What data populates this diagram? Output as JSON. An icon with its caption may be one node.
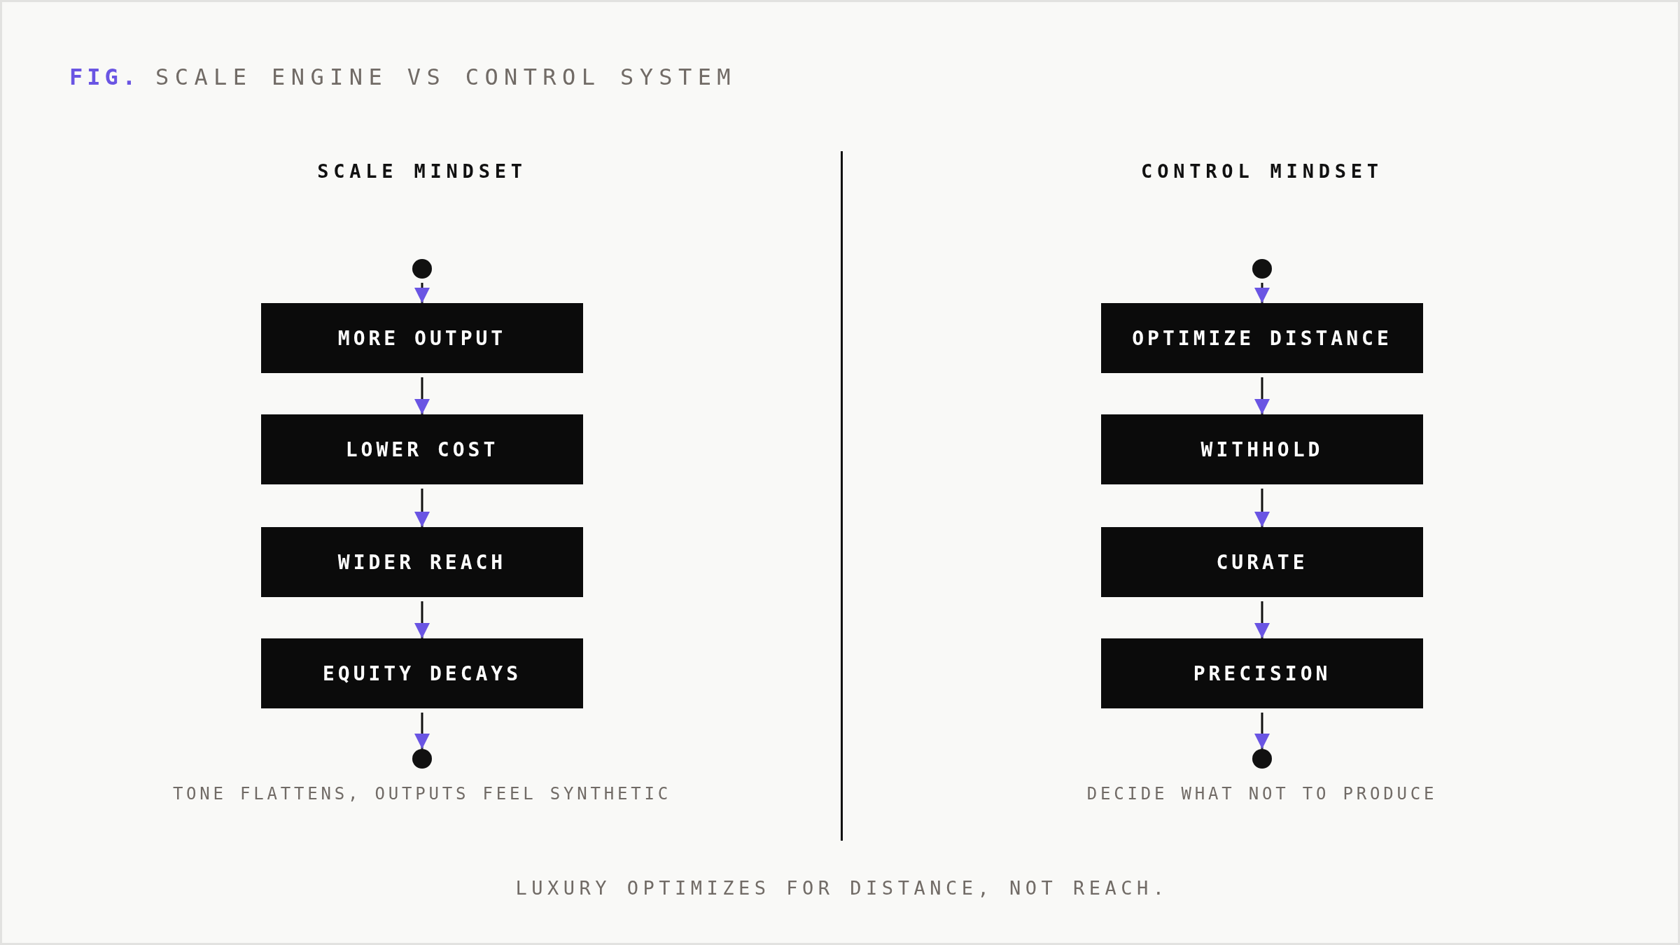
{
  "diagram": {
    "title": "SCALE ENGINE VS CONTROL SYSTEM",
    "nodes": [
      {
        "text": [],
        "shape": "circle"
      },
      {
        "text": [
          "MORE OUTPUT"
        ]
      },
      {
        "text": [
          "LOWER COST"
        ]
      },
      {
        "text": [
          "WIDER REACH"
        ]
      },
      {
        "text": [
          "EQUITY DECAYS"
        ]
      },
      {
        "text": [],
        "shape": "circle",
        "beside": [
          "TONE FLATTENS, OUTPUTS FEEL SYNTHETIC"
        ]
      },
      {
        "text": [],
        "shape": "circle"
      },
      {
        "text": [
          "OPTIMIZE DISTANCE"
        ]
      },
      {
        "text": [
          "WITHHOLD"
        ]
      },
      {
        "text": [
          "CURATE"
        ]
      },
      {
        "text": [
          "PRECISION"
        ]
      },
      {
        "text": [],
        "shape": "circle",
        "beside": [
          "DECIDE WHAT NOT TO PRODUCE"
        ]
      }
    ],
    "edges": [
      {
        "from": 0,
        "to": 1,
        "arrow": "to"
      },
      {
        "from": 1,
        "to": 2,
        "arrow": "to"
      },
      {
        "from": 2,
        "to": 3,
        "arrow": "to"
      },
      {
        "from": 3,
        "to": 4,
        "arrow": "to"
      },
      {
        "from": 4,
        "to": 5,
        "arrow": "to"
      },
      {
        "from": 6,
        "to": 7,
        "arrow": "to"
      },
      {
        "from": 7,
        "to": 8,
        "arrow": "to"
      },
      {
        "from": 8,
        "to": 9,
        "arrow": "to"
      },
      {
        "from": 9,
        "to": 10,
        "arrow": "to"
      },
      {
        "from": 10,
        "to": 11,
        "arrow": "to"
      }
    ],
    "labels": [
      "FIG.",
      "SCALE MINDSET",
      "CONTROL MINDSET"
    ],
    "caption": "LUXURY OPTIMIZES FOR DISTANCE, NOT REACH."
  }
}
